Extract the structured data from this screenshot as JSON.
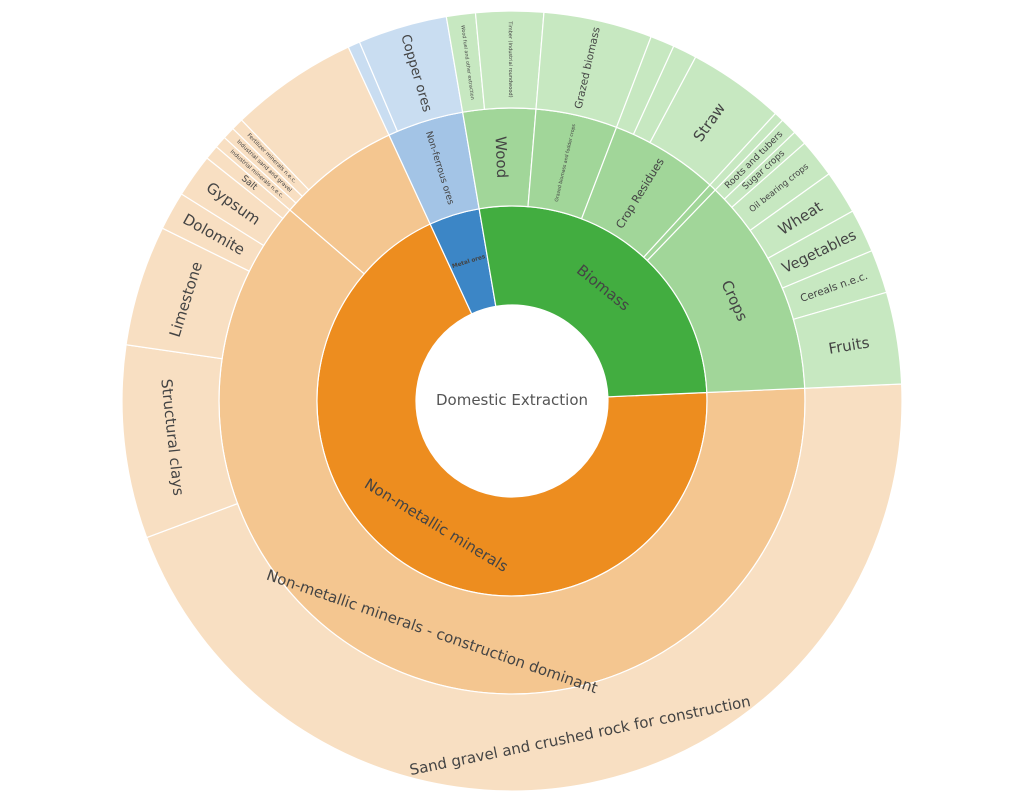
{
  "chart_data": {
    "type": "sunburst",
    "root": "Domestic Extraction",
    "colors": {
      "minerals": [
        "#ed8d1f",
        "#f4c690",
        "#f8dfc2"
      ],
      "metal": [
        "#3c86c6",
        "#a3c4e6",
        "#c9ddf1"
      ],
      "biomass": [
        "#42ad40",
        "#a1d699",
        "#c7e8c1"
      ]
    },
    "nodes": [
      {
        "name": "Non-metallic minerals",
        "group": "minerals",
        "value": 68.8,
        "children": [
          {
            "name": "Non-metallic minerals - construction dominant",
            "value": 62.0,
            "children": [
              {
                "name": "Sand gravel and crushed rock for construction",
                "value": 45.0
              },
              {
                "name": "Structural clays",
                "value": 8.0
              },
              {
                "name": "Limestone",
                "value": 5.0
              },
              {
                "name": "Dolomite",
                "value": 1.6
              },
              {
                "name": "Gypsum",
                "value": 1.8
              },
              {
                "name": "Salt",
                "value": 0.6
              }
            ]
          },
          {
            "name": "",
            "value": 6.8,
            "children": [
              {
                "name": "Industrial minerals n.e.c.",
                "value": 0.5
              },
              {
                "name": "Industrial sand and gravel",
                "value": 0.5
              },
              {
                "name": "Fertilizer minerals n.e.c.",
                "value": 0.5
              },
              {
                "name": "",
                "value": 5.3
              }
            ]
          }
        ]
      },
      {
        "name": "Metal ores",
        "group": "metal",
        "value": 4.2,
        "children": [
          {
            "name": "Non-ferrous ores",
            "value": 4.2,
            "children": [
              {
                "name": "",
                "value": 0.5
              },
              {
                "name": "Copper ores",
                "value": 3.7
              }
            ]
          }
        ]
      },
      {
        "name": "Biomass",
        "group": "biomass",
        "value": 27.0,
        "children": [
          {
            "name": "Wood",
            "value": 4.0,
            "children": [
              {
                "name": "Wood fuel and other extraction",
                "value": 1.2
              },
              {
                "name": "Timber (Industrial roundwood)",
                "value": 2.8
              }
            ]
          },
          {
            "name": "Grazed biomass and fodder crops",
            "value": 4.5,
            "children": [
              {
                "name": "Grazed biomass",
                "value": 4.5
              }
            ]
          },
          {
            "name": "Crop Residues",
            "value": 6.0,
            "children": [
              {
                "name": "",
                "value": 1.0
              },
              {
                "name": "",
                "value": 1.0
              },
              {
                "name": "Straw",
                "value": 4.0
              }
            ]
          },
          {
            "name": "",
            "value": 0.4,
            "children": [
              {
                "name": "",
                "value": 0.4
              }
            ]
          },
          {
            "name": "Crops",
            "value": 12.1,
            "children": [
              {
                "name": "Roots and tubers",
                "value": 0.7
              },
              {
                "name": "Sugar crops",
                "value": 0.6
              },
              {
                "name": "Oil bearing crops",
                "value": 1.6
              },
              {
                "name": "Wheat",
                "value": 1.8
              },
              {
                "name": "Vegetables",
                "value": 1.8
              },
              {
                "name": "Cereals n.e.c.",
                "value": 1.8
              },
              {
                "name": "Fruits",
                "value": 3.8
              }
            ]
          }
        ]
      }
    ]
  }
}
